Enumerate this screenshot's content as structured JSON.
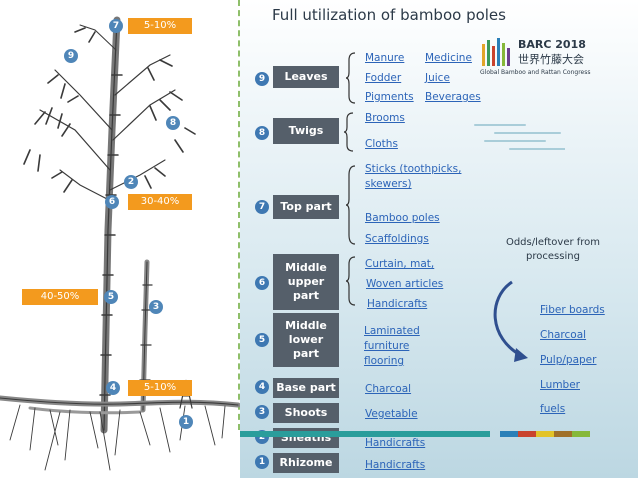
{
  "title": "Full utilization of bamboo poles",
  "logo": {
    "title": "BARC 2018",
    "cn": "世界竹藤大会",
    "subtitle": "Global Bamboo and Rattan Congress"
  },
  "plant_markers": [
    {
      "num": "7",
      "pct": "5-10%"
    },
    {
      "num": "9"
    },
    {
      "num": "8"
    },
    {
      "num": "2"
    },
    {
      "num": "6",
      "pct": "30-40%"
    },
    {
      "num": "5",
      "pct": "40-50%"
    },
    {
      "num": "3"
    },
    {
      "num": "4",
      "pct": "5-10%"
    },
    {
      "num": "1"
    }
  ],
  "parts": [
    {
      "num": "9",
      "label": "Leaves"
    },
    {
      "num": "8",
      "label": "Twigs"
    },
    {
      "num": "7",
      "label": "Top part"
    },
    {
      "num": "6",
      "label": "Middle\nupper\npart"
    },
    {
      "num": "5",
      "label": "Middle\nlower\npart"
    },
    {
      "num": "4",
      "label": "Base part"
    },
    {
      "num": "3",
      "label": "Shoots"
    },
    {
      "num": "2",
      "label": "Sheaths"
    },
    {
      "num": "1",
      "label": "Rhizome"
    }
  ],
  "uses": {
    "leaves": [
      "Manure",
      "Medicine",
      "Fodder",
      "Juice",
      "Pigments",
      "Beverages"
    ],
    "twigs": [
      "Brooms",
      "Cloths"
    ],
    "top": [
      "Sticks (toothpicks,",
      "skewers)",
      "Bamboo poles",
      "Scaffoldings"
    ],
    "middle_upper": [
      "Curtain, mat,",
      "Woven articles",
      "Handicrafts"
    ],
    "middle_lower": [
      "Laminated",
      "furniture",
      "flooring"
    ],
    "base": [
      "Charcoal"
    ],
    "shoots": [
      "Vegetable"
    ],
    "sheaths": [
      "Handicrafts"
    ],
    "rhizome": [
      "Handicrafts"
    ]
  },
  "leftover": {
    "caption": "Odds/leftover from processing",
    "items": [
      "Fiber boards",
      "Charcoal",
      "Pulp/paper",
      "Lumber",
      "fuels"
    ]
  },
  "colors": {
    "accent_orange": "#f39a1e",
    "badge_blue": "#3e78b2",
    "box_gray": "#555f6a",
    "link_blue": "#2c64b8",
    "teal": "#2a9d9b"
  }
}
